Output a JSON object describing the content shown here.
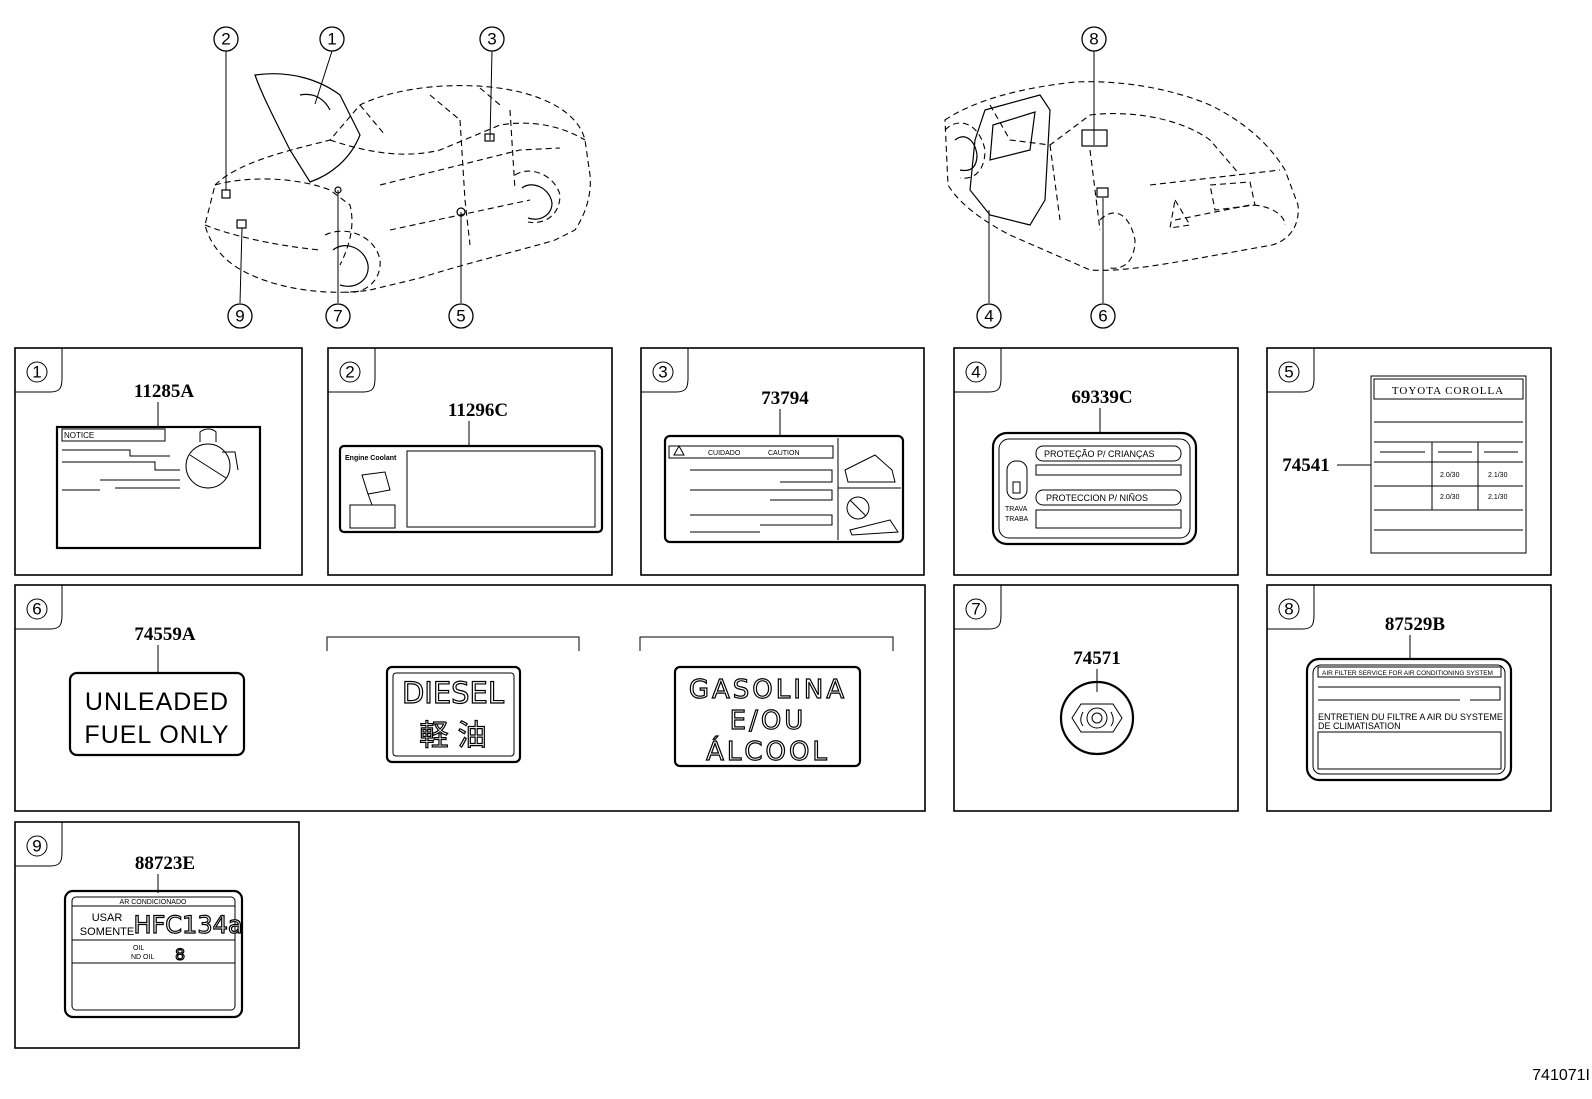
{
  "diagram_ref": "741071I",
  "callouts": [
    "1",
    "2",
    "3",
    "4",
    "5",
    "6",
    "7",
    "8",
    "9"
  ],
  "panels": {
    "p1": {
      "num": "1",
      "part": "11285A",
      "label_text": "NOTICE"
    },
    "p2": {
      "num": "2",
      "part": "11296C",
      "label_text": "Engine Coolant"
    },
    "p3": {
      "num": "3",
      "part": "73794",
      "label_text_1": "CUIDADO",
      "label_text_2": "CAUTION"
    },
    "p4": {
      "num": "4",
      "part": "69339C",
      "label_text_1": "PROTEÇÃO P/ CRIANÇAS",
      "label_text_2": "PROTECCION P/ NIÑOS",
      "label_text_3": "TRAVA",
      "label_text_4": "TRABA"
    },
    "p5": {
      "num": "5",
      "part": "74541",
      "label_text": "TOYOTA COROLLA"
    },
    "p6": {
      "num": "6",
      "part": "74559A",
      "label_1_line_1": "UNLEADED",
      "label_1_line_2": "FUEL  ONLY",
      "label_2_line_1": "DIESEL",
      "label_2_line_2": "軽 油",
      "label_3_line_1": "GASOLINA",
      "label_3_line_2": "E/OU",
      "label_3_line_3": "ÁLCOOL"
    },
    "p7": {
      "num": "7",
      "part": "74571"
    },
    "p8": {
      "num": "8",
      "part": "87529B",
      "label_text_1": "AIR FILTER SERVICE FOR AIR CONDITIONING SYSTEM",
      "label_text_2": "ENTRETIEN DU FILTRE A AIR DU SYSTEME",
      "label_text_3": "DE CLIMATISATION"
    },
    "p9": {
      "num": "9",
      "part": "88723E",
      "label_text_1": "AR CONDICIONADO",
      "label_text_2": "USAR",
      "label_text_3": "SOMENTE",
      "label_text_4": "HFC134a",
      "label_text_5": "OIL",
      "label_text_6": "ND OIL"
    }
  },
  "colors": {
    "line": "#000000",
    "background": "#ffffff"
  }
}
